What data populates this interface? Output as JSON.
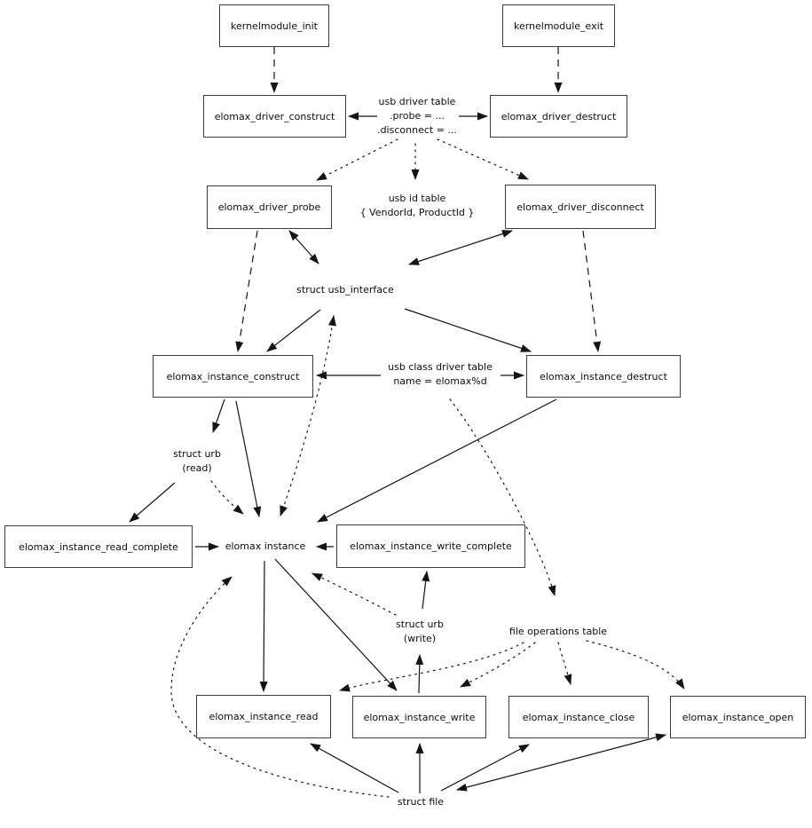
{
  "diagram": {
    "background": "#ffffff",
    "line_color": "#141414",
    "text_color": "#0d0d0d"
  },
  "boxes": {
    "kernelmodule_init": {
      "label": "kernelmodule_init"
    },
    "kernelmodule_exit": {
      "label": "kernelmodule_exit"
    },
    "elomax_driver_construct": {
      "label": "elomax_driver_construct"
    },
    "elomax_driver_destruct": {
      "label": "elomax_driver_destruct"
    },
    "elomax_driver_probe": {
      "label": "elomax_driver_probe"
    },
    "elomax_driver_disconnect": {
      "label": "elomax_driver_disconnect"
    },
    "elomax_instance_construct": {
      "label": "elomax_instance_construct"
    },
    "elomax_instance_destruct": {
      "label": "elomax_instance_destruct"
    },
    "elomax_instance_read_complete": {
      "label": "elomax_instance_read_complete"
    },
    "elomax_instance_write_complete": {
      "label": "elomax_instance_write_complete"
    },
    "elomax_instance_read": {
      "label": "elomax_instance_read"
    },
    "elomax_instance_write": {
      "label": "elomax_instance_write"
    },
    "elomax_instance_close": {
      "label": "elomax_instance_close"
    },
    "elomax_instance_open": {
      "label": "elomax_instance_open"
    }
  },
  "labels": {
    "usb_driver_table": {
      "line1": "usb driver table",
      "line2": ".probe = ...",
      "line3": ".disconnect = ..."
    },
    "usb_id_table": {
      "line1": "usb id table",
      "line2": "{ VendorId, ProductId }"
    },
    "struct_usb_interface": {
      "line1": "struct usb_interface"
    },
    "usb_class_driver_table": {
      "line1": "usb class driver table",
      "line2": "name = elomax%d"
    },
    "struct_urb_read": {
      "line1": "struct urb",
      "line2": "(read)"
    },
    "elomax_instance": {
      "line1": "elomax instance"
    },
    "struct_urb_write": {
      "line1": "struct urb",
      "line2": "(write)"
    },
    "file_operations_table": {
      "line1": "file operations table"
    },
    "struct_file": {
      "line1": "struct file"
    }
  },
  "edges": [
    {
      "from": "kernelmodule_init",
      "to": "elomax_driver_construct",
      "style": "dashed",
      "dir": "forward"
    },
    {
      "from": "kernelmodule_exit",
      "to": "elomax_driver_destruct",
      "style": "dashed",
      "dir": "forward"
    },
    {
      "from": "usb driver table",
      "to": "elomax_driver_construct",
      "style": "solid",
      "dir": "forward"
    },
    {
      "from": "usb driver table",
      "to": "elomax_driver_destruct",
      "style": "solid",
      "dir": "forward"
    },
    {
      "from": "usb driver table",
      "to": "elomax_driver_probe",
      "style": "dotted",
      "dir": "forward"
    },
    {
      "from": "usb driver table",
      "to": "usb id table",
      "style": "dotted",
      "dir": "forward"
    },
    {
      "from": "usb driver table",
      "to": "elomax_driver_disconnect",
      "style": "dotted",
      "dir": "forward"
    },
    {
      "from": "elomax_driver_probe",
      "to": "struct usb_interface",
      "style": "solid",
      "dir": "both"
    },
    {
      "from": "elomax_driver_disconnect",
      "to": "struct usb_interface",
      "style": "solid",
      "dir": "both"
    },
    {
      "from": "elomax_driver_probe",
      "to": "elomax_instance_construct",
      "style": "dashed",
      "dir": "forward"
    },
    {
      "from": "elomax_driver_disconnect",
      "to": "elomax_instance_destruct",
      "style": "dashed",
      "dir": "forward"
    },
    {
      "from": "struct usb_interface",
      "to": "elomax_instance_construct",
      "style": "solid",
      "dir": "forward"
    },
    {
      "from": "struct usb_interface",
      "to": "elomax_instance_destruct",
      "style": "solid",
      "dir": "forward"
    },
    {
      "from": "usb class driver table",
      "to": "elomax_instance_construct",
      "style": "solid",
      "dir": "forward"
    },
    {
      "from": "usb class driver table",
      "to": "elomax_instance_destruct",
      "style": "solid",
      "dir": "forward"
    },
    {
      "from": "elomax_instance_construct",
      "to": "struct urb (read)",
      "style": "solid",
      "dir": "forward"
    },
    {
      "from": "elomax_instance_construct",
      "to": "elomax instance",
      "style": "solid",
      "dir": "forward"
    },
    {
      "from": "struct urb (read)",
      "to": "elomax_instance_read_complete",
      "style": "solid",
      "dir": "forward"
    },
    {
      "from": "elomax_instance_read_complete",
      "to": "elomax instance",
      "style": "solid",
      "dir": "forward"
    },
    {
      "from": "elomax_instance_destruct",
      "to": "elomax instance",
      "style": "solid",
      "dir": "forward"
    },
    {
      "from": "elomax_instance_write_complete",
      "to": "elomax instance",
      "style": "solid",
      "dir": "forward"
    },
    {
      "from": "struct urb (write)",
      "to": "elomax_instance_write_complete",
      "style": "solid",
      "dir": "forward"
    },
    {
      "from": "elomax_instance_write",
      "to": "struct urb (write)",
      "style": "solid",
      "dir": "forward"
    },
    {
      "from": "elomax instance",
      "to": "elomax_instance_read",
      "style": "solid",
      "dir": "forward"
    },
    {
      "from": "elomax instance",
      "to": "elomax_instance_write",
      "style": "solid",
      "dir": "forward"
    },
    {
      "from": "struct file",
      "to": "elomax_instance_read",
      "style": "solid",
      "dir": "forward"
    },
    {
      "from": "struct file",
      "to": "elomax_instance_write",
      "style": "solid",
      "dir": "forward"
    },
    {
      "from": "struct file",
      "to": "elomax_instance_close",
      "style": "solid",
      "dir": "forward"
    },
    {
      "from": "struct file",
      "to": "elomax_instance_open",
      "style": "solid",
      "dir": "both"
    },
    {
      "from": "usb class driver table",
      "to": "file operations table",
      "style": "dotted",
      "dir": "forward"
    },
    {
      "from": "file operations table",
      "to": "elomax_instance_read",
      "style": "dotted",
      "dir": "forward"
    },
    {
      "from": "file operations table",
      "to": "elomax_instance_write",
      "style": "dotted",
      "dir": "forward"
    },
    {
      "from": "file operations table",
      "to": "elomax_instance_close",
      "style": "dotted",
      "dir": "forward"
    },
    {
      "from": "file operations table",
      "to": "elomax_instance_open",
      "style": "dotted",
      "dir": "forward"
    },
    {
      "from": "struct file",
      "to": "elomax instance",
      "style": "dotted",
      "dir": "forward"
    },
    {
      "from": "elomax instance",
      "to": "struct usb_interface",
      "style": "dotted",
      "dir": "both"
    },
    {
      "from": "struct urb (read)",
      "to": "elomax instance",
      "style": "dotted",
      "dir": "forward"
    },
    {
      "from": "struct urb (write)",
      "to": "elomax instance",
      "style": "dotted",
      "dir": "forward"
    }
  ]
}
